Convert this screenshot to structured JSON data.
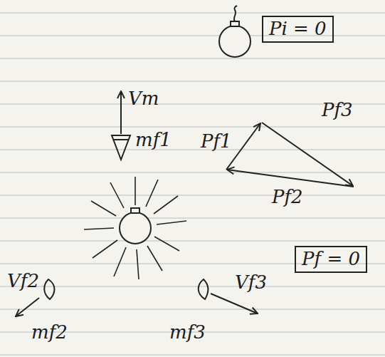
{
  "diagram": {
    "nodes": [
      {
        "text": [
          "Pi = 0"
        ]
      },
      {
        "text": [
          "Pf = 0"
        ]
      }
    ],
    "edges": [],
    "labels": [
      "Vm",
      "mf1",
      "Pf1",
      "Pf3",
      "Pf2",
      "Vf2",
      "mf2",
      "Vf3",
      "mf3"
    ]
  }
}
